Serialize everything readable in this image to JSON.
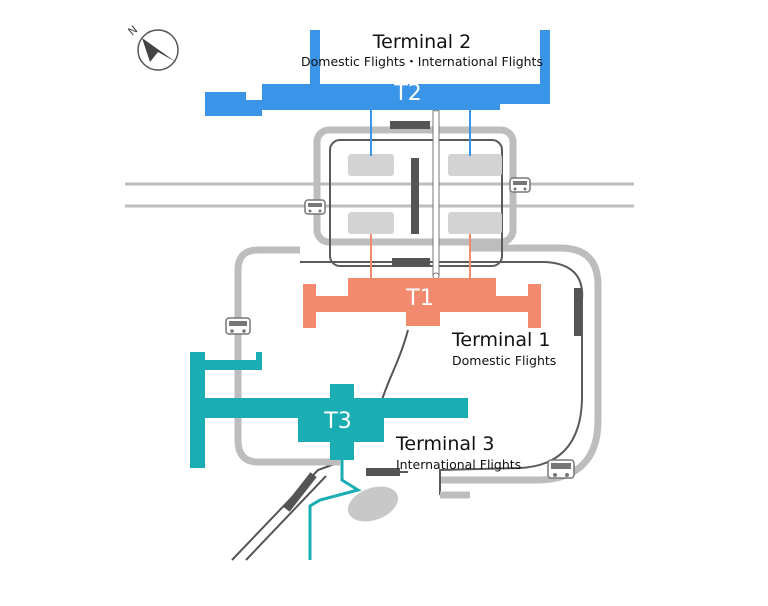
{
  "compass": {
    "icon": "north-arrow-icon",
    "label": "N"
  },
  "terminals": [
    {
      "code": "T2",
      "name": "Terminal 2",
      "description": "Domestic Flights・International Flights",
      "color": "#3a95e8"
    },
    {
      "code": "T1",
      "name": "Terminal 1",
      "description": "Domestic Flights",
      "color": "#f28a70"
    },
    {
      "code": "T3",
      "name": "Terminal 3",
      "description": "International Flights",
      "color": "#1aaeb4"
    }
  ],
  "colors": {
    "road": "#bdbdbd",
    "road_edge": "#5a5a5a",
    "parking": "#d3d3d3",
    "platform": "#555555",
    "lake": "#c8c8c8"
  },
  "icons": [
    "bus-icon",
    "compass-icon"
  ]
}
